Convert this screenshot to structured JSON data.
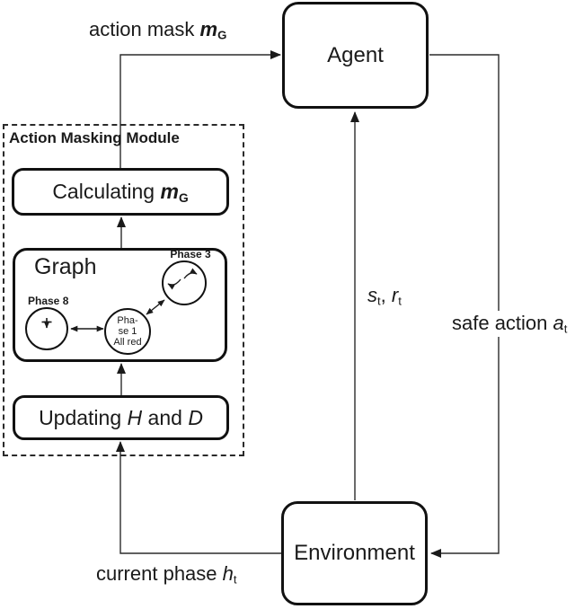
{
  "colors": {
    "stroke": "#111111",
    "line": "#2b2b2b",
    "background": "#ffffff"
  },
  "agent": {
    "label": "Agent"
  },
  "environment": {
    "label": "Environment"
  },
  "module": {
    "title": "Action Masking Module",
    "calculating": {
      "text": "Calculating ",
      "var": "m",
      "sub": "G"
    },
    "graph": {
      "label": "Graph",
      "phase3": {
        "label": "Phase 3",
        "icon": "turn-movement-arrows-icon"
      },
      "phase8": {
        "label": "Phase 8",
        "icon": "down-movement-arrow-icon"
      },
      "phase1": {
        "line1": "Pha-",
        "line2": "se 1",
        "line3": "All red"
      }
    },
    "updating": {
      "p1": "Updating ",
      "v1": "H",
      "p2": " and ",
      "v2": "D"
    }
  },
  "edges": {
    "action_mask": {
      "text": "action mask ",
      "var": "m",
      "sub": "G"
    },
    "state_reward": {
      "v1": "s",
      "s1": "t",
      "sep": ", ",
      "v2": "r",
      "s2": "t"
    },
    "safe_action": {
      "text": "safe action ",
      "var": "a",
      "sub": "t"
    },
    "current_phase": {
      "text": "current phase ",
      "var": "h",
      "sub": "t"
    }
  }
}
